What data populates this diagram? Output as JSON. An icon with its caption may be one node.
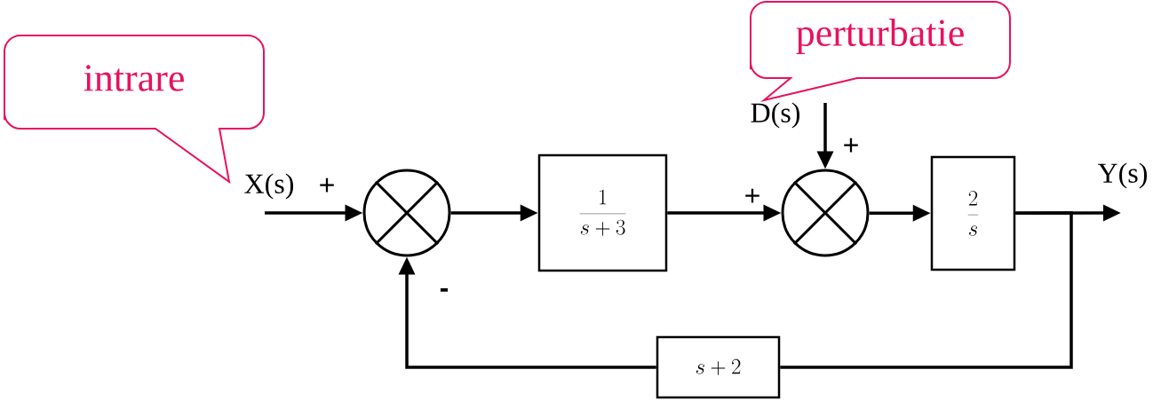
{
  "diagram": {
    "nodes": [
      {
        "text": [
          "intrare"
        ]
      },
      {
        "text": [
          "perturbatie"
        ]
      },
      {
        "text": [],
        "shape": "circle"
      },
      {
        "text": [
          "\\frac{1}{s+3}"
        ]
      },
      {
        "text": [],
        "shape": "circle"
      },
      {
        "text": [
          "\\frac{2}{s}"
        ]
      },
      {
        "text": [
          "s+2"
        ]
      }
    ],
    "edges": [
      {
        "from": null,
        "to": 2,
        "arrow": "to"
      },
      {
        "from": 2,
        "to": 3,
        "arrow": "to"
      },
      {
        "from": 3,
        "to": 4,
        "arrow": "to"
      },
      {
        "from": null,
        "to": 4,
        "arrow": "to"
      },
      {
        "from": 4,
        "to": 5,
        "arrow": "to"
      },
      {
        "from": 5,
        "to": null,
        "arrow": "to"
      },
      {
        "from": 5,
        "to": 6,
        "arrow": "none"
      },
      {
        "from": 6,
        "to": 2,
        "arrow": "to"
      }
    ],
    "labels": [
      "D(s)",
      "+",
      "X(s)",
      "+",
      "+",
      "Y(s)",
      "-"
    ]
  }
}
